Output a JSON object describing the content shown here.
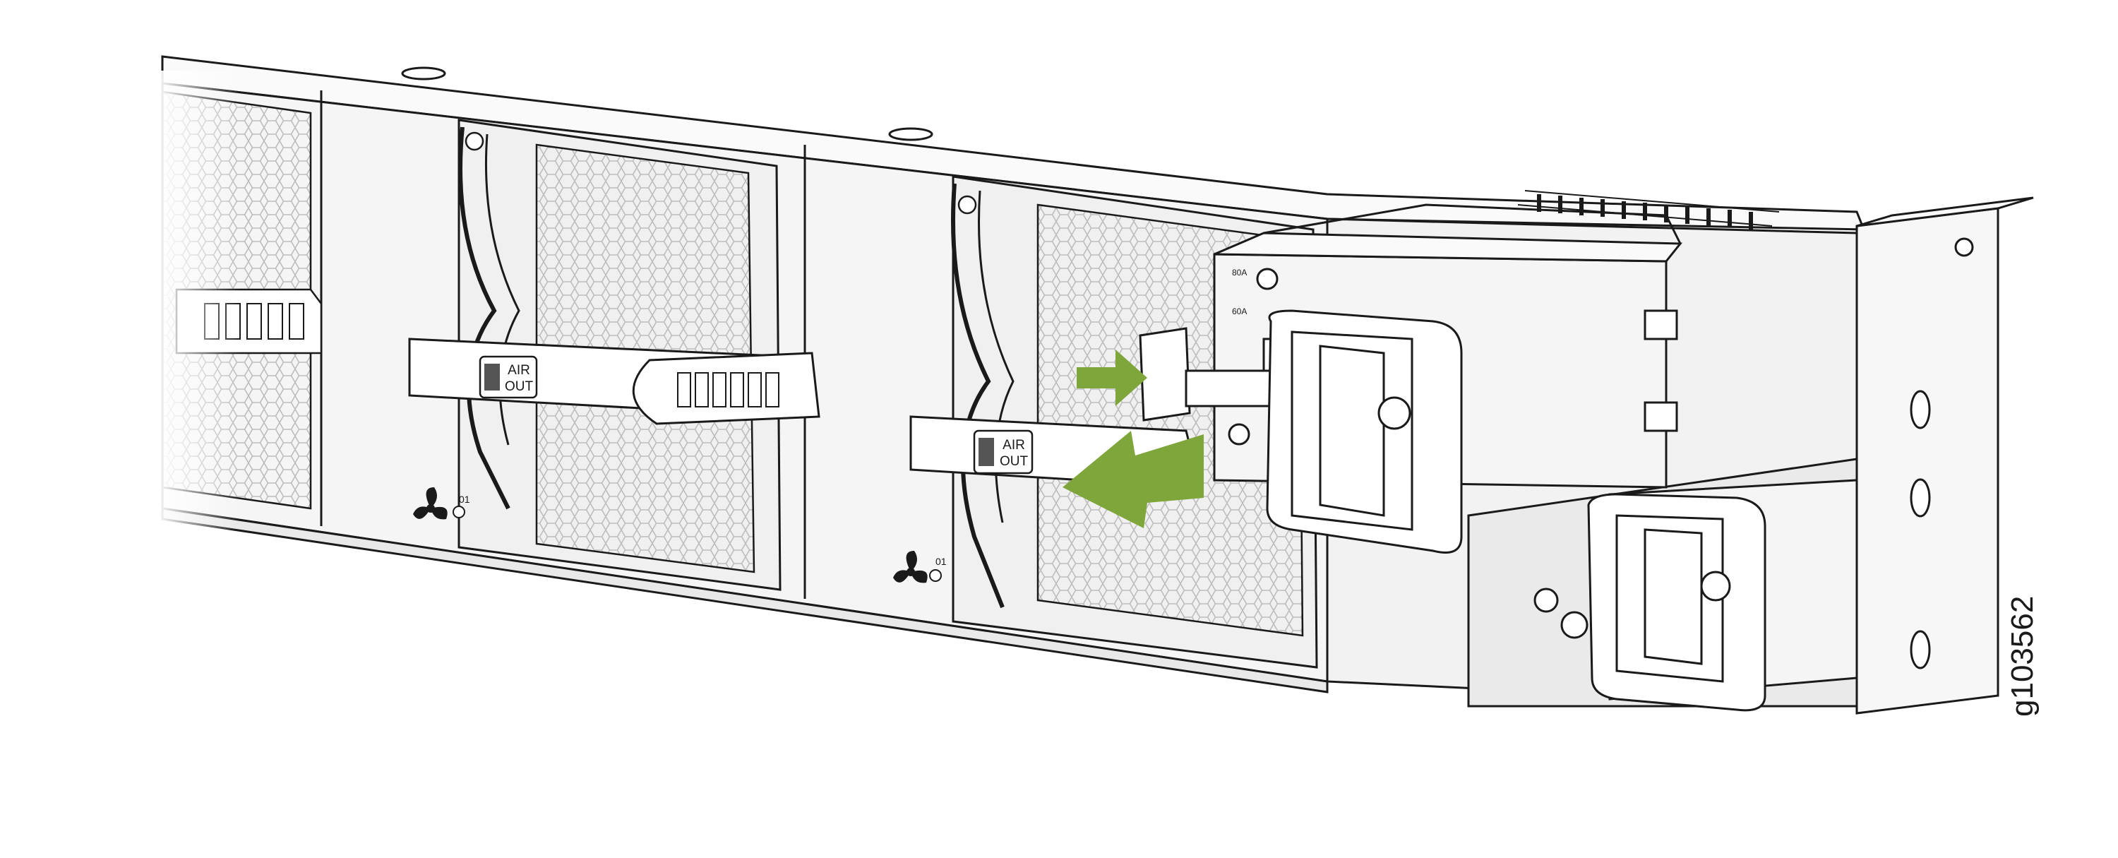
{
  "figure": {
    "id": "g103562",
    "airflow_label_line1": "AIR",
    "airflow_label_line2": "OUT",
    "slot_number": "01",
    "psu_rating_top": "80A",
    "psu_rating_bottom": "60A"
  },
  "colors": {
    "line": "#1a1a1a",
    "panel": "#f4f4f4",
    "mesh": "#dedede",
    "arrow": "#7fa63a"
  },
  "icons": [
    "fan-icon",
    "airflow-label-badge",
    "status-led",
    "insert-arrow",
    "remove-arrow"
  ]
}
